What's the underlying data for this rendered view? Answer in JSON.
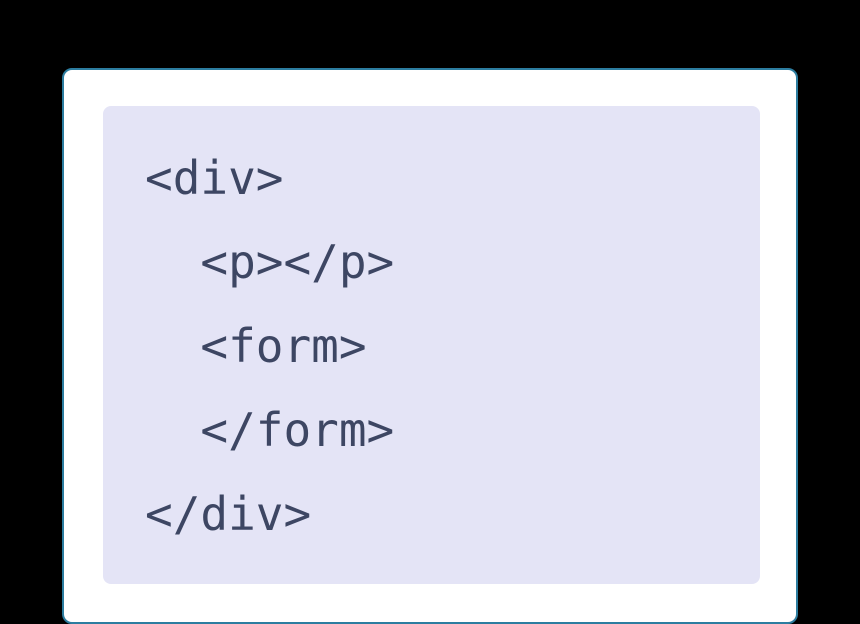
{
  "colors": {
    "page_background": "#000000",
    "card_background": "#ffffff",
    "card_border": "#2c7da0",
    "code_background": "#e4e4f6",
    "code_text": "#3d4663"
  },
  "code_block": {
    "language": "html",
    "lines": [
      {
        "text": "<div>"
      },
      {
        "text": "  <p></p>"
      },
      {
        "text": "  <form>"
      },
      {
        "text": "  </form>"
      },
      {
        "text": "</div>"
      }
    ]
  }
}
